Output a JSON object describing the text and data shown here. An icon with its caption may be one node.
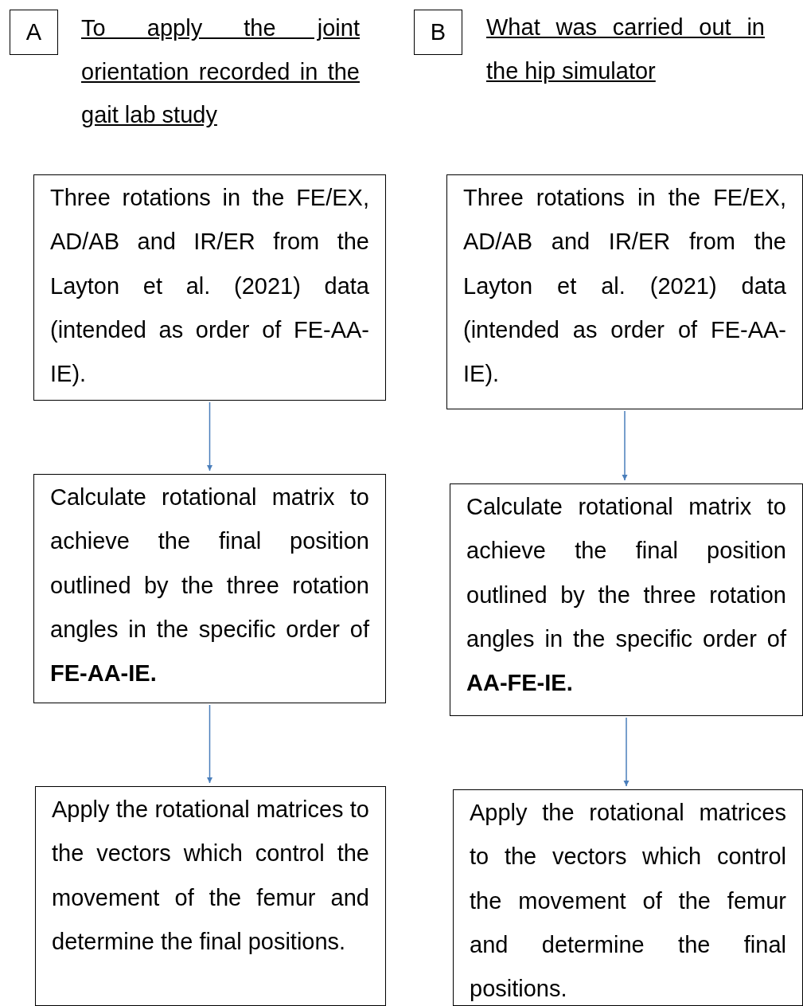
{
  "diagram": {
    "nodes": [
      {
        "text": [
          "A"
        ],
        "beside": [
          "To apply the joint orientation recorded in the gait lab study"
        ]
      },
      {
        "text": [
          "B"
        ],
        "beside": [
          "What was carried out in the hip simulator"
        ]
      },
      {
        "text": [
          "Three rotations in the FE/EX, AD/AB and IR/ER from the Layton et al. (2021) data (intended as order of FE-AA-IE)."
        ]
      },
      {
        "text": [
          "Three rotations in the FE/EX, AD/AB and IR/ER from the Layton et al. (2021) data (intended as order of FE-AA-IE)."
        ]
      },
      {
        "text": [
          "Calculate rotational matrix to achieve the final position outlined by the three rotation angles in the specific order of **FE-AA-IE.**"
        ]
      },
      {
        "text": [
          "Calculate rotational matrix to achieve the final position outlined by the three rotation angles in the specific order of **AA-FE-IE.**"
        ]
      },
      {
        "text": [
          "Apply the rotational matrices to the vectors which control the movement of the femur and determine the final positions."
        ]
      },
      {
        "text": [
          "Apply the rotational matrices to the vectors which control the movement of the femur and determine the final positions."
        ]
      }
    ],
    "edges": [
      {
        "from": 2,
        "to": 4,
        "arrow": "to"
      },
      {
        "from": 4,
        "to": 6,
        "arrow": "to"
      },
      {
        "from": 3,
        "to": 5,
        "arrow": "to"
      },
      {
        "from": 5,
        "to": 7,
        "arrow": "to"
      }
    ]
  }
}
